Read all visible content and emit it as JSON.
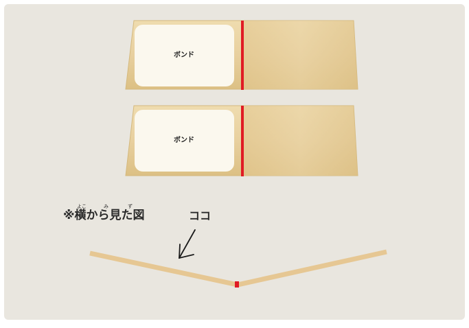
{
  "panels": [
    {
      "label": "ボンド"
    },
    {
      "label": "ボンド"
    }
  ],
  "caption": {
    "text": "※横から見た図",
    "furigana": [
      "よこ",
      "み",
      "ず"
    ]
  },
  "pointer_label": "ココ",
  "colors": {
    "background": "#e9e6df",
    "wood": "#e8cf9c",
    "wood_shade": "#d9bc82",
    "bond_area": "#fbf8ee",
    "fold_line": "#e01b24",
    "side_view_board": "#e7c894",
    "arrow": "#1a1a1a"
  }
}
